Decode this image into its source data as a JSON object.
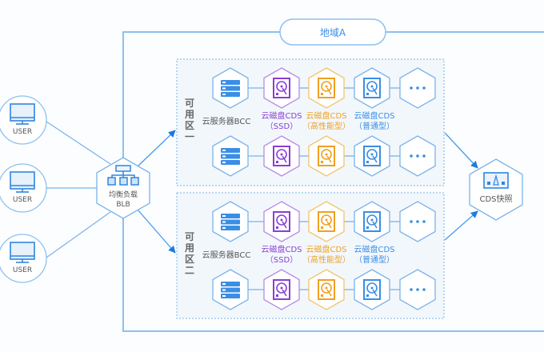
{
  "region": {
    "label": "地域A"
  },
  "users": [
    {
      "label": "USER"
    },
    {
      "label": "USER"
    },
    {
      "label": "USER"
    }
  ],
  "load_balancer": {
    "label_line1": "均衡负载",
    "label_line2": "BLB"
  },
  "zones": [
    {
      "label": [
        "可",
        "用",
        "区",
        "一"
      ],
      "items": [
        {
          "label": "云服务器BCC",
          "sub": ""
        },
        {
          "label": "云磁盘CDS",
          "sub": "（SSD）"
        },
        {
          "label": "云磁盘CDS",
          "sub": "（高性能型）"
        },
        {
          "label": "云磁盘CDS",
          "sub": "（普通型）"
        },
        {
          "label": "",
          "sub": ""
        }
      ]
    },
    {
      "label": [
        "可",
        "用",
        "区",
        "二"
      ],
      "items": [
        {
          "label": "云服务器BCC",
          "sub": ""
        },
        {
          "label": "云磁盘CDS",
          "sub": "（SSD）"
        },
        {
          "label": "云磁盘CDS",
          "sub": "（高性能型）"
        },
        {
          "label": "云磁盘CDS",
          "sub": "（普通型）"
        },
        {
          "label": "",
          "sub": ""
        }
      ]
    }
  ],
  "snapshot": {
    "label": "CDS快照"
  },
  "colors": {
    "blue": "#3a8ee6",
    "line": "#7ab3ea",
    "purple": "#8a3fd6",
    "orange": "#f0a020",
    "gray_text": "#555555",
    "zone_bg": "#f2f7fc"
  }
}
